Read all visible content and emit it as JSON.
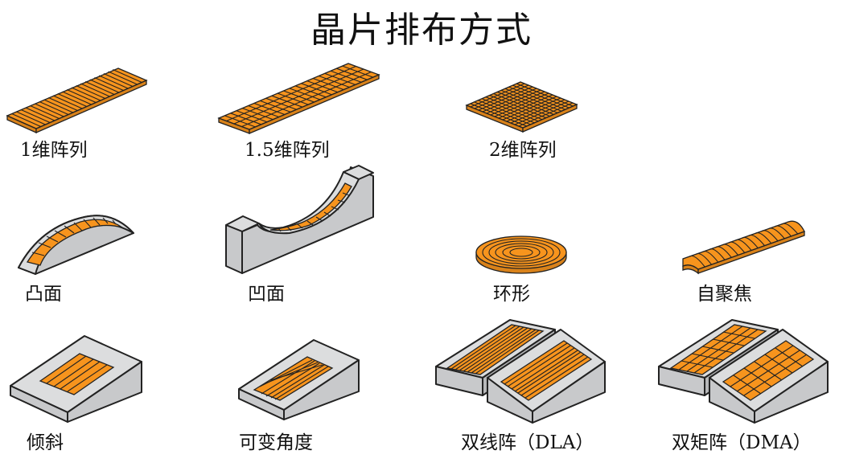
{
  "title": "晶片排布方式",
  "colors": {
    "element_orange": "#F7941D",
    "housing_light": "#DCDDDE",
    "housing_mid": "#C8C9CB",
    "outline": "#222222"
  },
  "items": [
    {
      "key": "1d",
      "label": "1维阵列"
    },
    {
      "key": "1.5d",
      "label": "1.5维阵列"
    },
    {
      "key": "2d",
      "label": "2维阵列"
    },
    {
      "key": "convex",
      "label": "凸面"
    },
    {
      "key": "concave",
      "label": "凹面"
    },
    {
      "key": "annular",
      "label": "环形"
    },
    {
      "key": "self-focus",
      "label": "自聚焦"
    },
    {
      "key": "tilted",
      "label": "倾斜"
    },
    {
      "key": "variable-angle",
      "label": "可变角度"
    },
    {
      "key": "dla",
      "label": "双线阵（DLA）"
    },
    {
      "key": "dma",
      "label": "双矩阵（DMA）"
    }
  ]
}
